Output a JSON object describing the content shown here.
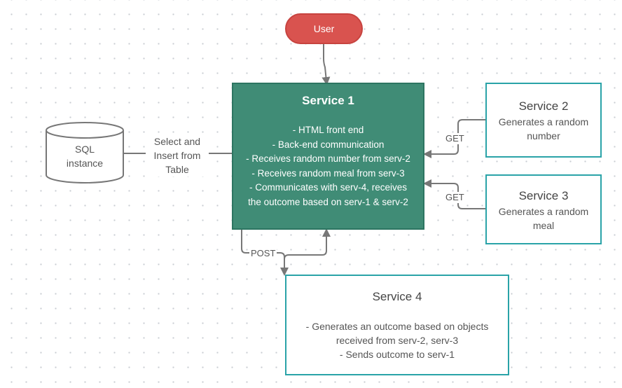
{
  "nodes": {
    "user": {
      "label": "User",
      "color": "#d9534f"
    },
    "service1": {
      "title": "Service 1",
      "color": "#408c76",
      "lines": [
        "- HTML front end",
        "- Back-end communication",
        "- Receives random number from serv-2",
        "- Receives random meal from serv-3",
        "- Communicates with serv-4, receives",
        "the outcome based on serv-1 & serv-2"
      ]
    },
    "service2": {
      "title": "Service 2",
      "lines": [
        "Generates a random",
        "number"
      ]
    },
    "service3": {
      "title": "Service 3",
      "lines": [
        "Generates a random",
        "meal"
      ]
    },
    "service4": {
      "title": "Service 4",
      "lines": [
        "- Generates an outcome based on objects",
        "received from serv-2, serv-3",
        "- Sends outcome to serv-1"
      ]
    },
    "sql": {
      "lines": [
        "SQL",
        "instance"
      ]
    }
  },
  "edges": {
    "sql_label": [
      "Select and",
      "Insert from",
      "Table"
    ],
    "get_serv2": "GET",
    "get_serv3": "GET",
    "post": "POST"
  },
  "colors": {
    "accent_border": "#2aa3a8",
    "connector": "#777777"
  }
}
